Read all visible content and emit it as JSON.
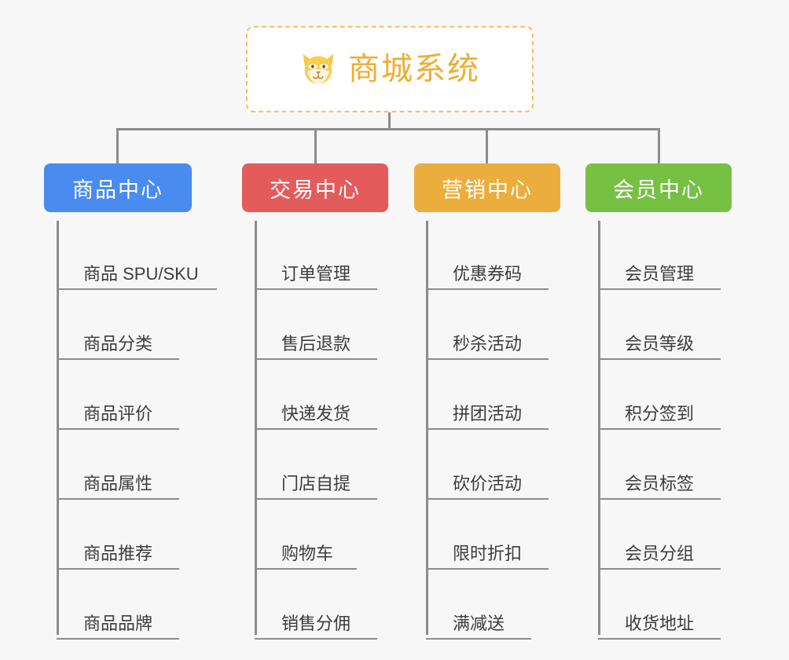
{
  "page": {
    "background_color": "#f7f7f7",
    "connector_color": "#8c8c8c"
  },
  "root": {
    "title": "商城系统",
    "icon": "shiba-dog-icon",
    "title_color": "#f0ad33",
    "border_color": "#f3c06a",
    "background_color": "#ffffff"
  },
  "columns": [
    {
      "id": "product-center",
      "label": "商品中心",
      "color": "#4a8bf0",
      "items": [
        "商品 SPU/SKU",
        "商品分类",
        "商品评价",
        "商品属性",
        "商品推荐",
        "商品品牌"
      ]
    },
    {
      "id": "trade-center",
      "label": "交易中心",
      "color": "#e35b5b",
      "items": [
        "订单管理",
        "售后退款",
        "快递发货",
        "门店自提",
        "购物车",
        "销售分佣"
      ]
    },
    {
      "id": "marketing-center",
      "label": "营销中心",
      "color": "#ebae3c",
      "items": [
        "优惠券码",
        "秒杀活动",
        "拼团活动",
        "砍价活动",
        "限时折扣",
        "满减送"
      ]
    },
    {
      "id": "member-center",
      "label": "会员中心",
      "color": "#76c144",
      "items": [
        "会员管理",
        "会员等级",
        "积分签到",
        "会员标签",
        "会员分组",
        "收货地址"
      ]
    }
  ]
}
